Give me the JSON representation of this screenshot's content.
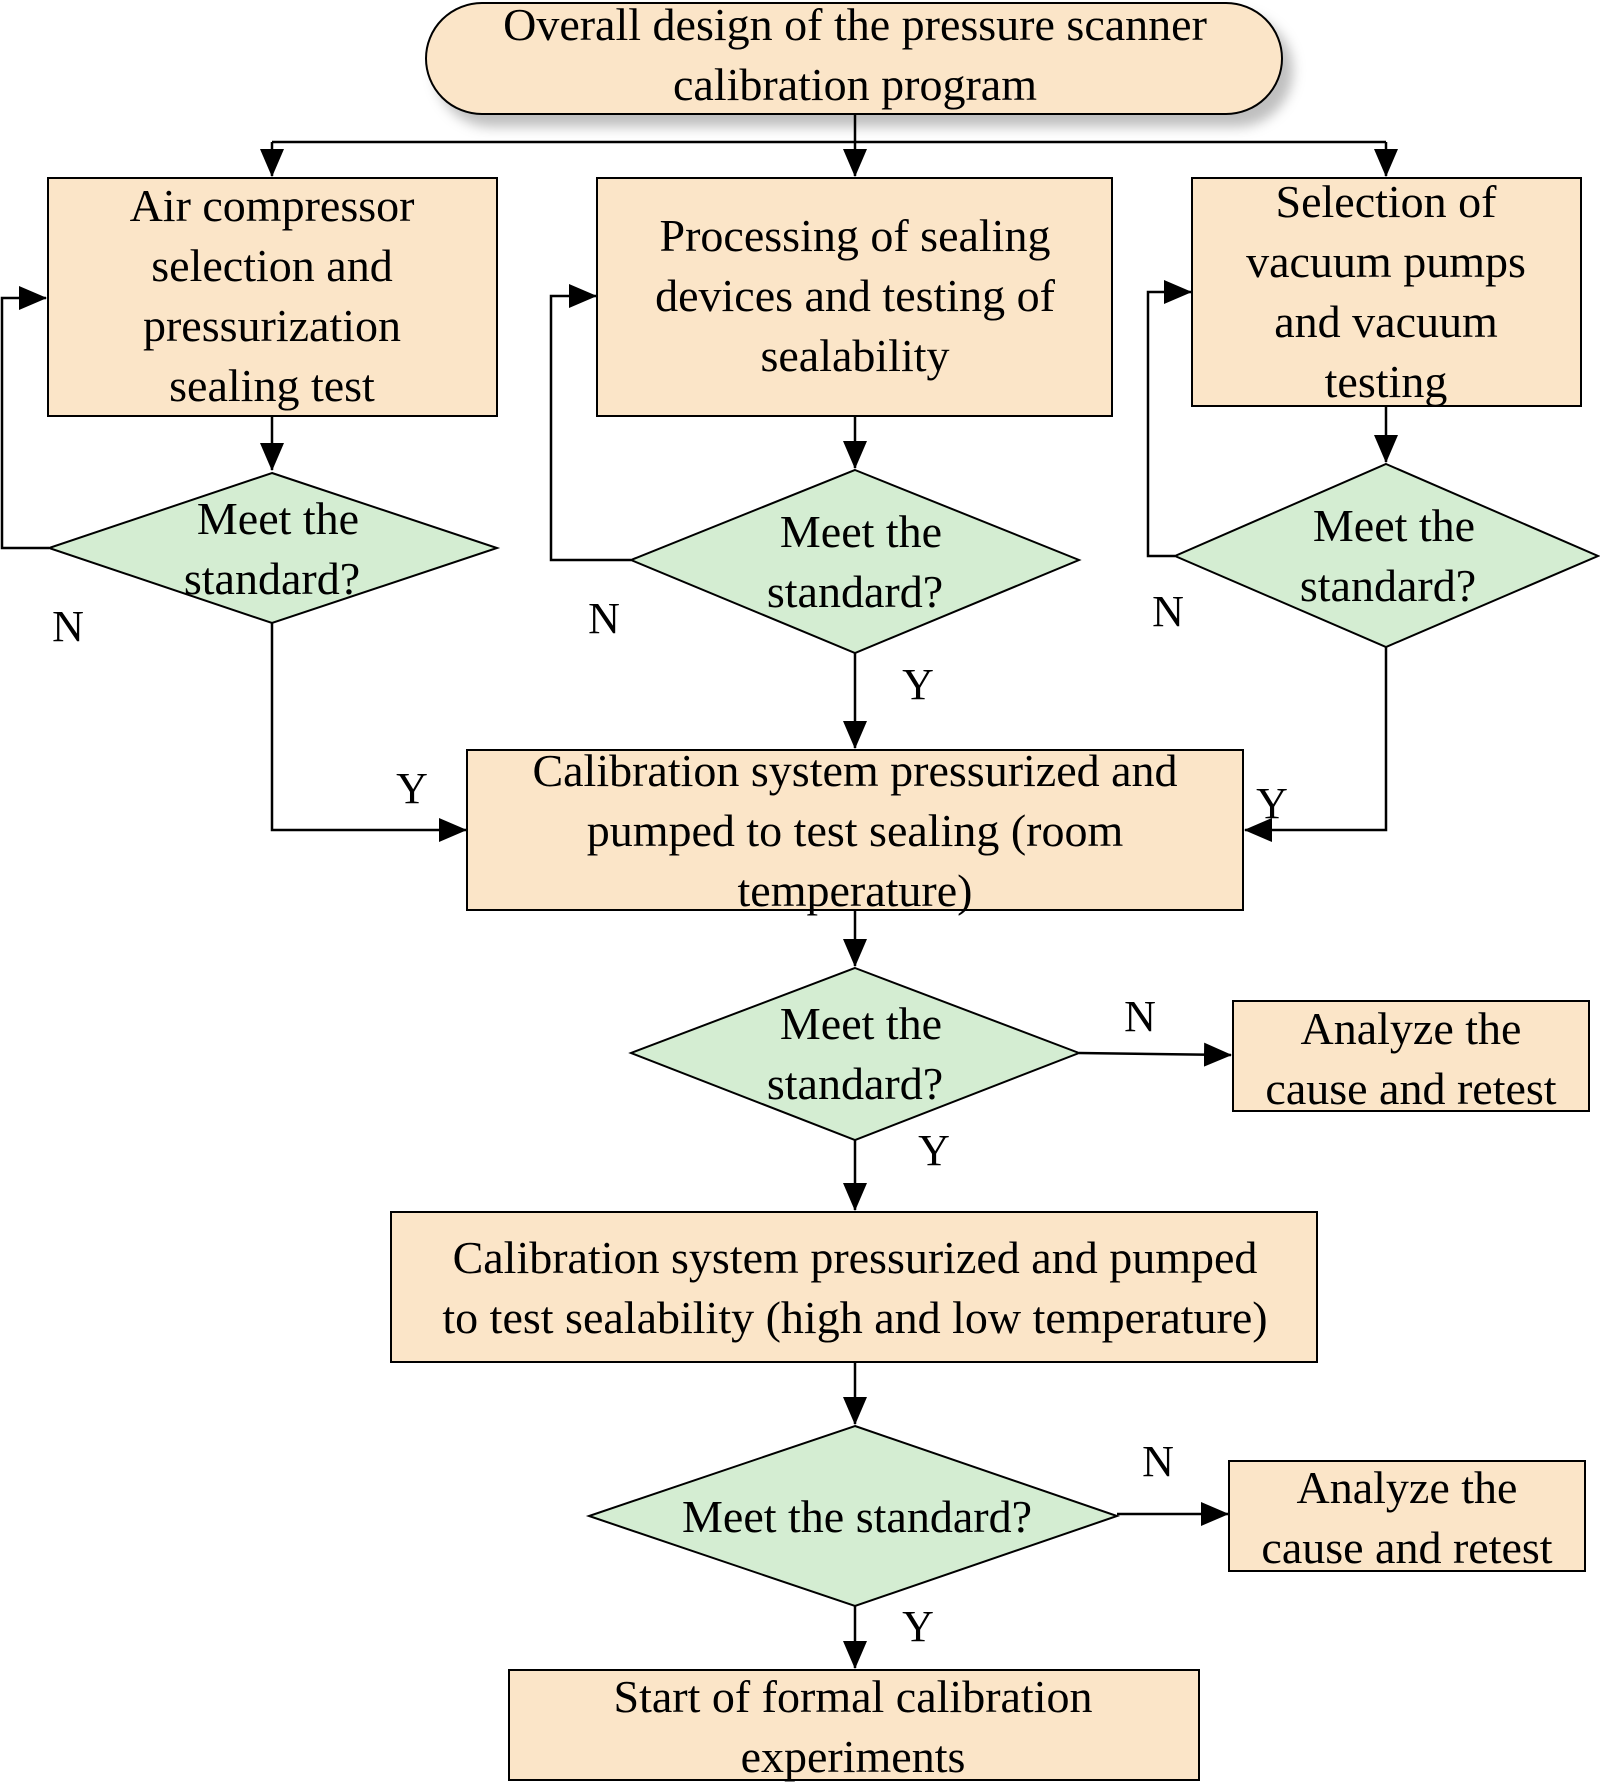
{
  "nodes": {
    "start": [
      "Overall design of the pressure scanner",
      "calibration program"
    ],
    "air_compressor": [
      "Air compressor",
      "selection and",
      "pressurization",
      "sealing test"
    ],
    "sealing_devices": [
      "Processing of sealing",
      "devices and testing of",
      "sealability"
    ],
    "vacuum_pumps": [
      "Selection of",
      "vacuum pumps",
      "and vacuum",
      "testing"
    ],
    "room_temp_test": [
      "Calibration system pressurized and",
      "pumped to test sealing (room",
      "temperature)"
    ],
    "high_low_temp_test": [
      "Calibration system pressurized and pumped",
      "to test sealability (high and low temperature)"
    ],
    "analyze_1": [
      "Analyze the",
      "cause and retest"
    ],
    "analyze_2": [
      "Analyze the",
      "cause and retest"
    ],
    "final": [
      "Start of formal calibration",
      "experiments"
    ]
  },
  "decisions": {
    "d1": [
      "Meet the",
      "standard?"
    ],
    "d2": [
      "Meet the",
      "standard?"
    ],
    "d3": [
      "Meet the",
      "standard?"
    ],
    "d4": [
      "Meet the",
      "standard?"
    ],
    "d5": [
      "Meet the standard?"
    ]
  },
  "labels": {
    "yes": "Y",
    "no": "N"
  }
}
